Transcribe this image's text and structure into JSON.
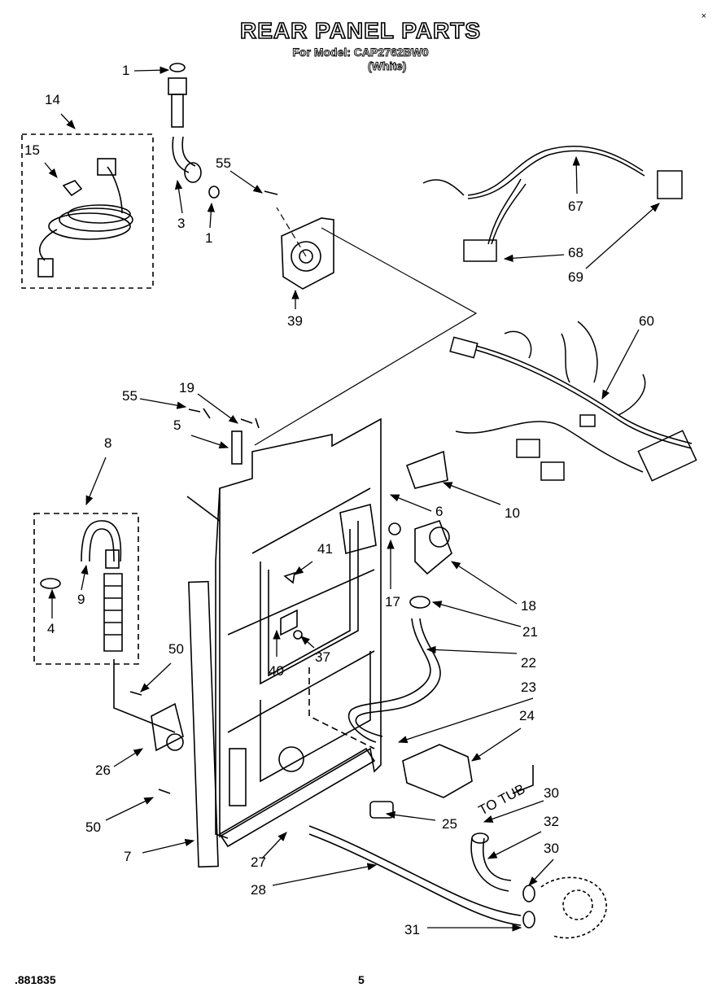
{
  "header": {
    "title": "REAR PANEL PARTS",
    "model_line": "For Model: CAP2762BW0",
    "color_line": "(White)",
    "corner_mark": "×"
  },
  "footer": {
    "code": ".881835",
    "page": "5"
  },
  "diagram": {
    "annotation_to_tub": "TO TUB",
    "callouts": [
      "1",
      "14",
      "15",
      "3",
      "1",
      "55",
      "39",
      "67",
      "68",
      "69",
      "60",
      "19",
      "55",
      "5",
      "8",
      "10",
      "6",
      "9",
      "4",
      "41",
      "17",
      "18",
      "21",
      "40",
      "37",
      "50",
      "22",
      "23",
      "24",
      "26",
      "25",
      "30",
      "50",
      "32",
      "7",
      "27",
      "30",
      "28",
      "31"
    ]
  }
}
